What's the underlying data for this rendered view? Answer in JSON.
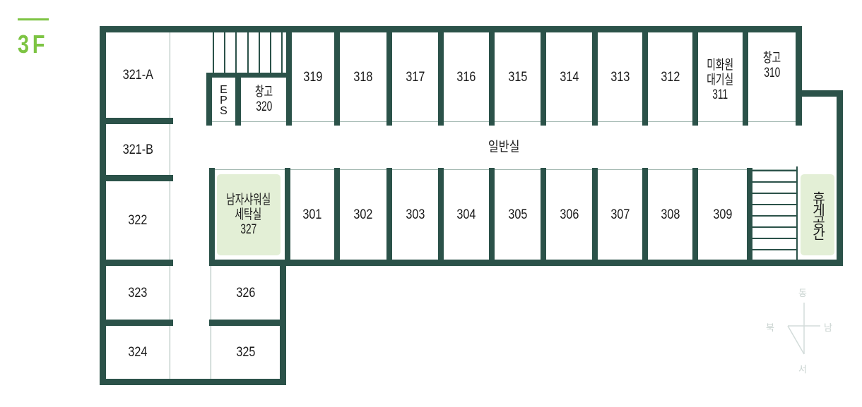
{
  "floor": "3F",
  "corridor": "일반실",
  "eps": "EPS",
  "top_rooms": [
    "319",
    "318",
    "317",
    "316",
    "315",
    "314",
    "313",
    "312"
  ],
  "room_311": [
    "미화원",
    "대기실",
    "311"
  ],
  "room_310": [
    "창고",
    "310"
  ],
  "room_320": [
    "창고",
    "320"
  ],
  "bottom_rooms": [
    "301",
    "302",
    "303",
    "304",
    "305",
    "306",
    "307",
    "308",
    "309"
  ],
  "room_327": [
    "남자샤워실",
    "세탁실",
    "327"
  ],
  "rest_area": "휴게공간",
  "left_rooms": {
    "a": "321-A",
    "b": "321-B",
    "c": "322",
    "d": "323",
    "e": "324"
  },
  "room_326": "326",
  "room_325": "325",
  "compass": {
    "east": "동",
    "west": "서",
    "north": "북",
    "south": "남"
  },
  "colors": {
    "wall": "#2b5249",
    "accent": "#7dc443",
    "highlight": "#e3efd6"
  }
}
